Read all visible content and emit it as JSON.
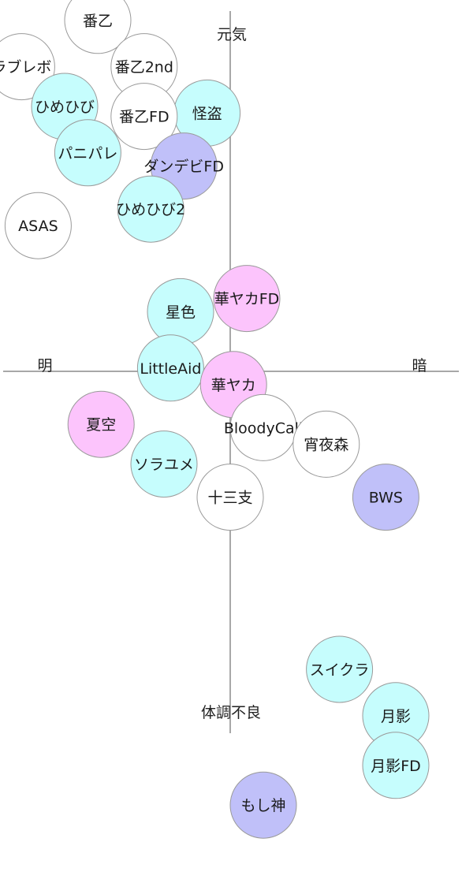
{
  "chart_data": {
    "type": "scatter",
    "title": "",
    "axes": {
      "top": "元気",
      "bottom": "体調不良",
      "left": "明",
      "right": "暗"
    },
    "colors": {
      "white": "#ffffff",
      "cyan": "#c6fdfd",
      "pink": "#fcc4fc",
      "purple": "#c0c0f9",
      "axis": "#a8a8a8"
    },
    "points": [
      {
        "label": "番乙",
        "x": -4.0,
        "y": 10.6,
        "color": "white"
      },
      {
        "label": "ラブレボ",
        "x": -6.3,
        "y": 9.2,
        "color": "white"
      },
      {
        "label": "番乙2nd",
        "x": -2.6,
        "y": 9.2,
        "color": "white"
      },
      {
        "label": "ひめひび",
        "x": -5.0,
        "y": 8.0,
        "color": "cyan"
      },
      {
        "label": "怪盗",
        "x": -0.7,
        "y": 7.8,
        "color": "cyan"
      },
      {
        "label": "番乙FD",
        "x": -2.6,
        "y": 7.7,
        "color": "white"
      },
      {
        "label": "パニパレ",
        "x": -4.3,
        "y": 6.6,
        "color": "cyan"
      },
      {
        "label": "ダンデビFD",
        "x": -1.4,
        "y": 6.2,
        "color": "purple"
      },
      {
        "label": "ひめひび2",
        "x": -2.4,
        "y": 4.9,
        "color": "cyan"
      },
      {
        "label": "ASAS",
        "x": -5.8,
        "y": 4.4,
        "color": "white"
      },
      {
        "label": "華ヤカFD",
        "x": 0.5,
        "y": 2.2,
        "color": "pink"
      },
      {
        "label": "星色",
        "x": -1.5,
        "y": 1.8,
        "color": "cyan"
      },
      {
        "label": "LittleAid",
        "x": -1.8,
        "y": 0.1,
        "color": "cyan"
      },
      {
        "label": "華ヤカ",
        "x": 0.1,
        "y": -0.4,
        "color": "pink"
      },
      {
        "label": "夏空",
        "x": -3.9,
        "y": -1.6,
        "color": "pink"
      },
      {
        "label": "BloodyCall",
        "x": 1.0,
        "y": -1.7,
        "color": "white"
      },
      {
        "label": "宵夜森",
        "x": 2.9,
        "y": -2.2,
        "color": "white"
      },
      {
        "label": "ソラユメ",
        "x": -2.0,
        "y": -2.8,
        "color": "cyan"
      },
      {
        "label": "BWS",
        "x": 4.7,
        "y": -3.8,
        "color": "purple"
      },
      {
        "label": "十三支",
        "x": 0.0,
        "y": -3.8,
        "color": "white"
      },
      {
        "label": "スイクラ",
        "x": 3.3,
        "y": -9.0,
        "color": "cyan"
      },
      {
        "label": "月影",
        "x": 5.0,
        "y": -10.4,
        "color": "cyan"
      },
      {
        "label": "月影FD",
        "x": 5.0,
        "y": -11.9,
        "color": "cyan"
      },
      {
        "label": "もし神",
        "x": 1.0,
        "y": -13.1,
        "color": "purple"
      }
    ],
    "xlim": [
      -6.5,
      6.5
    ],
    "ylim": [
      -13.5,
      11.0
    ]
  }
}
